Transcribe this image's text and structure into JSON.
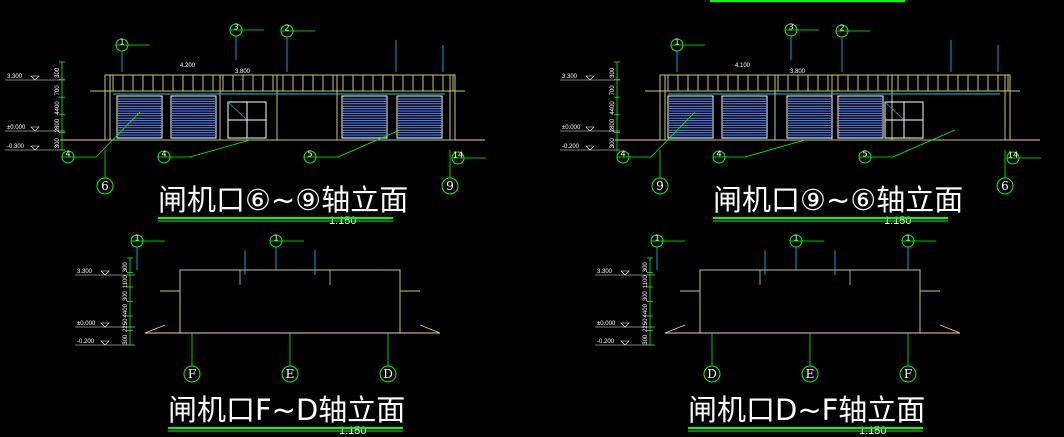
{
  "colors": {
    "background": "#000000",
    "building": "#c8c864",
    "accent_green": "#00ff00",
    "leader_cyan": "#00c8ff",
    "glazing_blue": "#5a8cff",
    "ground": "#ffc896",
    "text": "#ffffff"
  },
  "drawings": [
    {
      "id": "elev-6-9",
      "title": "闸机口⑥~⑨轴立面",
      "scale": "1:150",
      "axes": [
        "6",
        "9"
      ],
      "levels": [
        "3.300",
        "±0.000",
        "-0.300"
      ],
      "roof_levels": [
        "4.200",
        "3.800"
      ],
      "dims": [
        "300",
        "700",
        "4400",
        "2800",
        "300"
      ],
      "callout_numbers": [
        "1",
        "2",
        "3",
        "4",
        "4",
        "5",
        "14"
      ]
    },
    {
      "id": "elev-9-6",
      "title": "闸机口⑨~⑥轴立面",
      "scale": "1:150",
      "axes": [
        "9",
        "6"
      ],
      "levels": [
        "3.300",
        "±0.000",
        "-0.200"
      ],
      "roof_levels": [
        "4.100",
        "3.800"
      ],
      "dims": [
        "300",
        "700",
        "4400",
        "2800",
        "300"
      ],
      "callout_numbers": [
        "1",
        "2",
        "3",
        "4",
        "4",
        "5",
        "14"
      ]
    },
    {
      "id": "elev-F-D",
      "title": "闸机口F~D轴立面",
      "scale": "1:150",
      "axes": [
        "F",
        "E",
        "D"
      ],
      "levels": [
        "3.300",
        "±0.000",
        "-0.200"
      ],
      "dims": [
        "300",
        "1100",
        "300",
        "4400",
        "2250",
        "300"
      ],
      "callout_numbers": [
        "1",
        "1"
      ]
    },
    {
      "id": "elev-D-F",
      "title": "闸机口D~F轴立面",
      "scale": "1:150",
      "axes": [
        "D",
        "E",
        "F"
      ],
      "levels": [
        "3.300",
        "±0.000",
        "-0.200"
      ],
      "dims": [
        "300",
        "1100",
        "300",
        "4400",
        "2250",
        "300"
      ],
      "callout_numbers": [
        "1",
        "1",
        "1"
      ]
    }
  ]
}
